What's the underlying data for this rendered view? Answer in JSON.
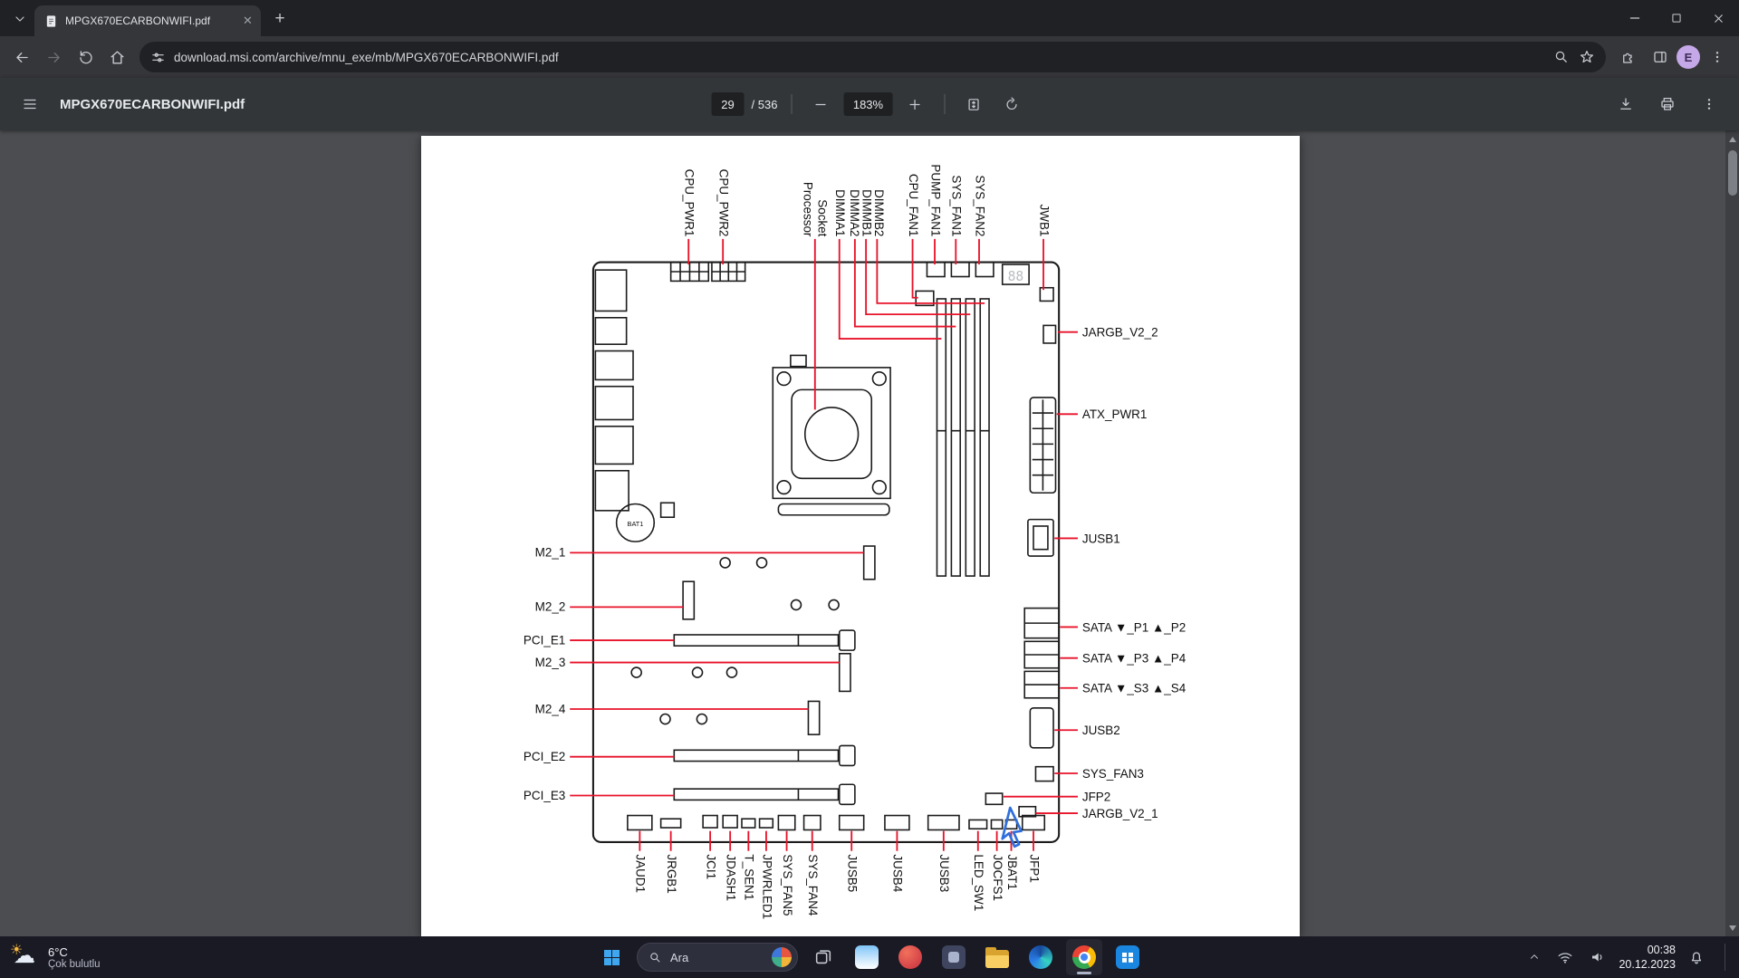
{
  "browser": {
    "tab_title": "MPGX670ECARBONWIFI.pdf",
    "url": "download.msi.com/archive/mnu_exe/mb/MPGX670ECARBONWIFI.pdf",
    "avatar_initial": "E"
  },
  "pdf_viewer": {
    "title": "MPGX670ECARBONWIFI.pdf",
    "current_page": "29",
    "total_pages": "/ 536",
    "zoom_level": "183%"
  },
  "diagram": {
    "top": [
      "CPU_PWR1",
      "CPU_PWR2",
      "Processor",
      "Socket",
      "DIMMA1",
      "DIMMA2",
      "DIMMB1",
      "DIMMB2",
      "CPU_FAN1",
      "PUMP_FAN1",
      "SYS_FAN1",
      "SYS_FAN2",
      "JWB1"
    ],
    "left": [
      "M2_1",
      "M2_2",
      "PCI_E1",
      "M2_3",
      "M2_4",
      "PCI_E2",
      "PCI_E3"
    ],
    "right": [
      "JARGB_V2_2",
      "ATX_PWR1",
      "JUSB1",
      "SATA ▼_P1 ▲_P2",
      "SATA ▼_P3 ▲_P4",
      "SATA ▼_S3 ▲_S4",
      "JUSB2",
      "SYS_FAN3",
      "JFP2",
      "JARGB_V2_1"
    ],
    "bottom": [
      "JAUD1",
      "JRGB1",
      "JCI1",
      "JDASH1",
      "T_SEN1",
      "JPWRLED1",
      "SYS_FAN5",
      "SYS_FAN4",
      "JUSB5",
      "JUSB4",
      "JUSB3",
      "LED_SW1",
      "JOCFS1",
      "JBAT1",
      "JFP1"
    ],
    "battery_label": "BAT1",
    "debug_led": "88"
  },
  "taskbar": {
    "weather_temp": "6°C",
    "weather_desc": "Çok bulutlu",
    "search_label": "Ara",
    "time": "00:38",
    "date": "20.12.2023"
  }
}
